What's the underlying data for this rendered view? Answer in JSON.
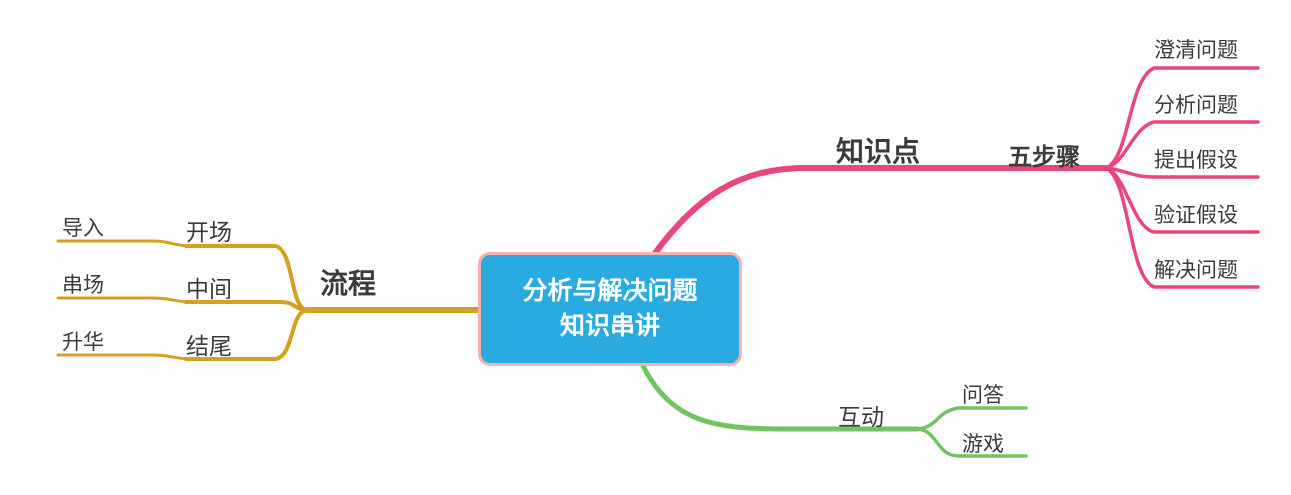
{
  "center_topic": {
    "line1": "分析与解决问题",
    "line2": "知识串讲"
  },
  "branches": {
    "knowledge": {
      "label": "知识点",
      "child": "五步骤",
      "leaves": [
        "澄清问题",
        "分析问题",
        "提出假设",
        "验证假设",
        "解决问题"
      ],
      "color": "#e8467c"
    },
    "process": {
      "label": "流程",
      "children": [
        {
          "label": "开场",
          "leaf": "导入"
        },
        {
          "label": "中间",
          "leaf": "串场"
        },
        {
          "label": "结尾",
          "leaf": "升华"
        }
      ],
      "color": "#d5a021"
    },
    "interaction": {
      "label": "互动",
      "leaves": [
        "问答",
        "游戏"
      ],
      "color": "#72c462"
    }
  },
  "colors": {
    "center_fill": "#29abe2",
    "center_border": "#f6b3ab",
    "text": "#3b3b3b",
    "background": "#ffffff"
  }
}
